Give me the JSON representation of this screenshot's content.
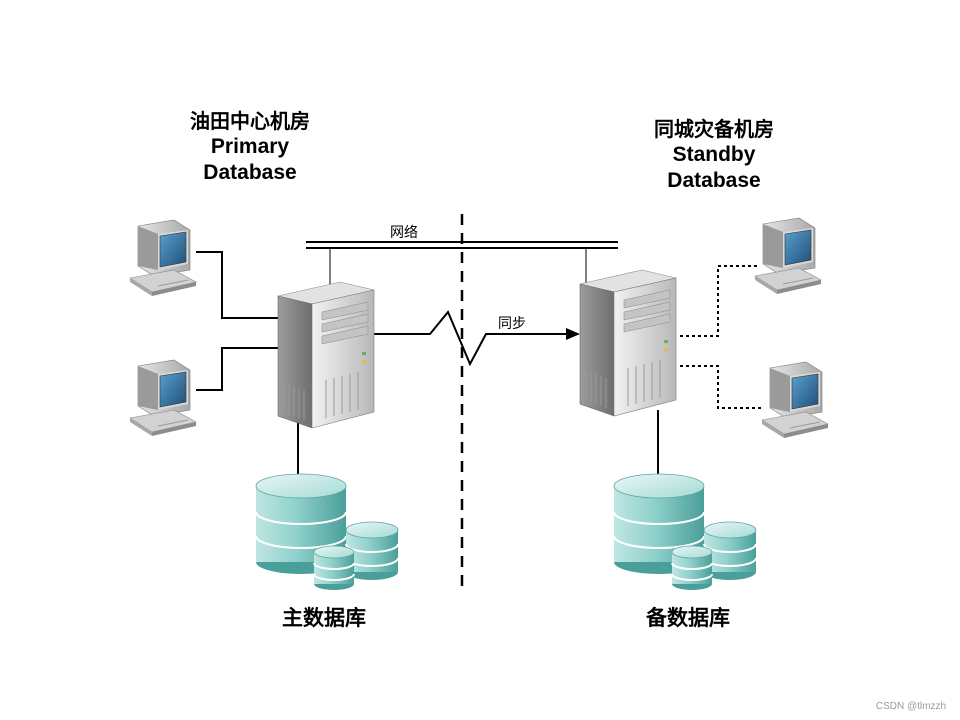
{
  "primary_site": {
    "title_zh": "油田中心机房",
    "title_en_1": "Primary",
    "title_en_2": "Database"
  },
  "standby_site": {
    "title_zh": "同城灾备机房",
    "title_en_1": "Standby",
    "title_en_2": "Database"
  },
  "links": {
    "network_label": "网络",
    "sync_label": "同步"
  },
  "databases": {
    "primary_caption": "主数据库",
    "standby_caption": "备数据库"
  },
  "watermark": "CSDN @tlmzzh",
  "colors": {
    "db_teal": "#7fc8c4",
    "db_dark": "#3e8f8b",
    "server_gray": "#c8c8c8",
    "screen_blue": "#2e6e9e"
  },
  "icons": [
    "client-computer-icon",
    "server-icon",
    "database-cylinder-icon"
  ]
}
